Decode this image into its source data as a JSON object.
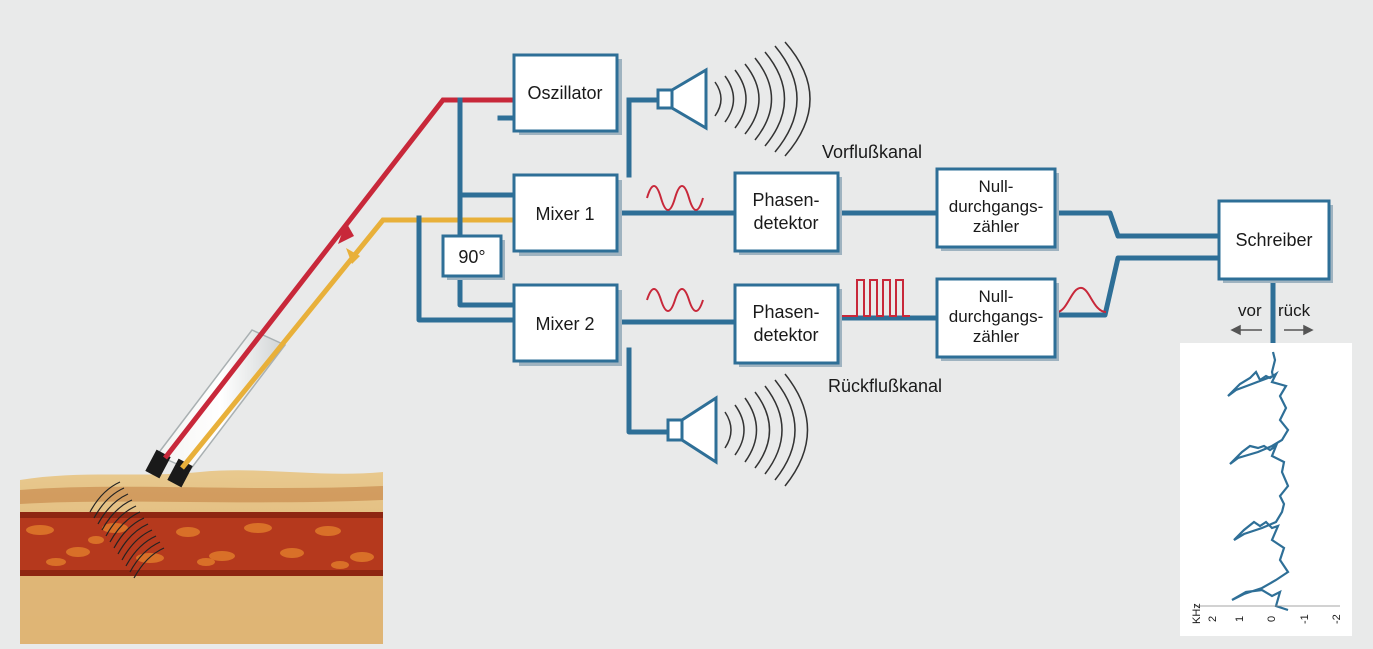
{
  "blocks": {
    "oszillator": "Oszillator",
    "mixer1": "Mixer 1",
    "mixer2": "Mixer 2",
    "phase90": "90°",
    "phasen1_l1": "Phasen-",
    "phasen1_l2": "detektor",
    "phasen2_l1": "Phasen-",
    "phasen2_l2": "detektor",
    "null1_l1": "Null-",
    "null1_l2": "durchgangs-",
    "null1_l3": "zähler",
    "null2_l1": "Null-",
    "null2_l2": "durchgangs-",
    "null2_l3": "zähler",
    "schreiber": "Schreiber"
  },
  "channels": {
    "forward": "Vorflußkanal",
    "backward": "Rückflußkanal"
  },
  "direction": {
    "forward": "vor",
    "backward": "rück"
  },
  "recorder": {
    "axis_label": "KHz",
    "ticks": [
      "2",
      "1",
      "0",
      "-1",
      "-2"
    ]
  },
  "colors": {
    "wire": "#2e6f97",
    "transmit": "#c8283a",
    "receive": "#e8b03a",
    "signal": "#c8283a"
  }
}
